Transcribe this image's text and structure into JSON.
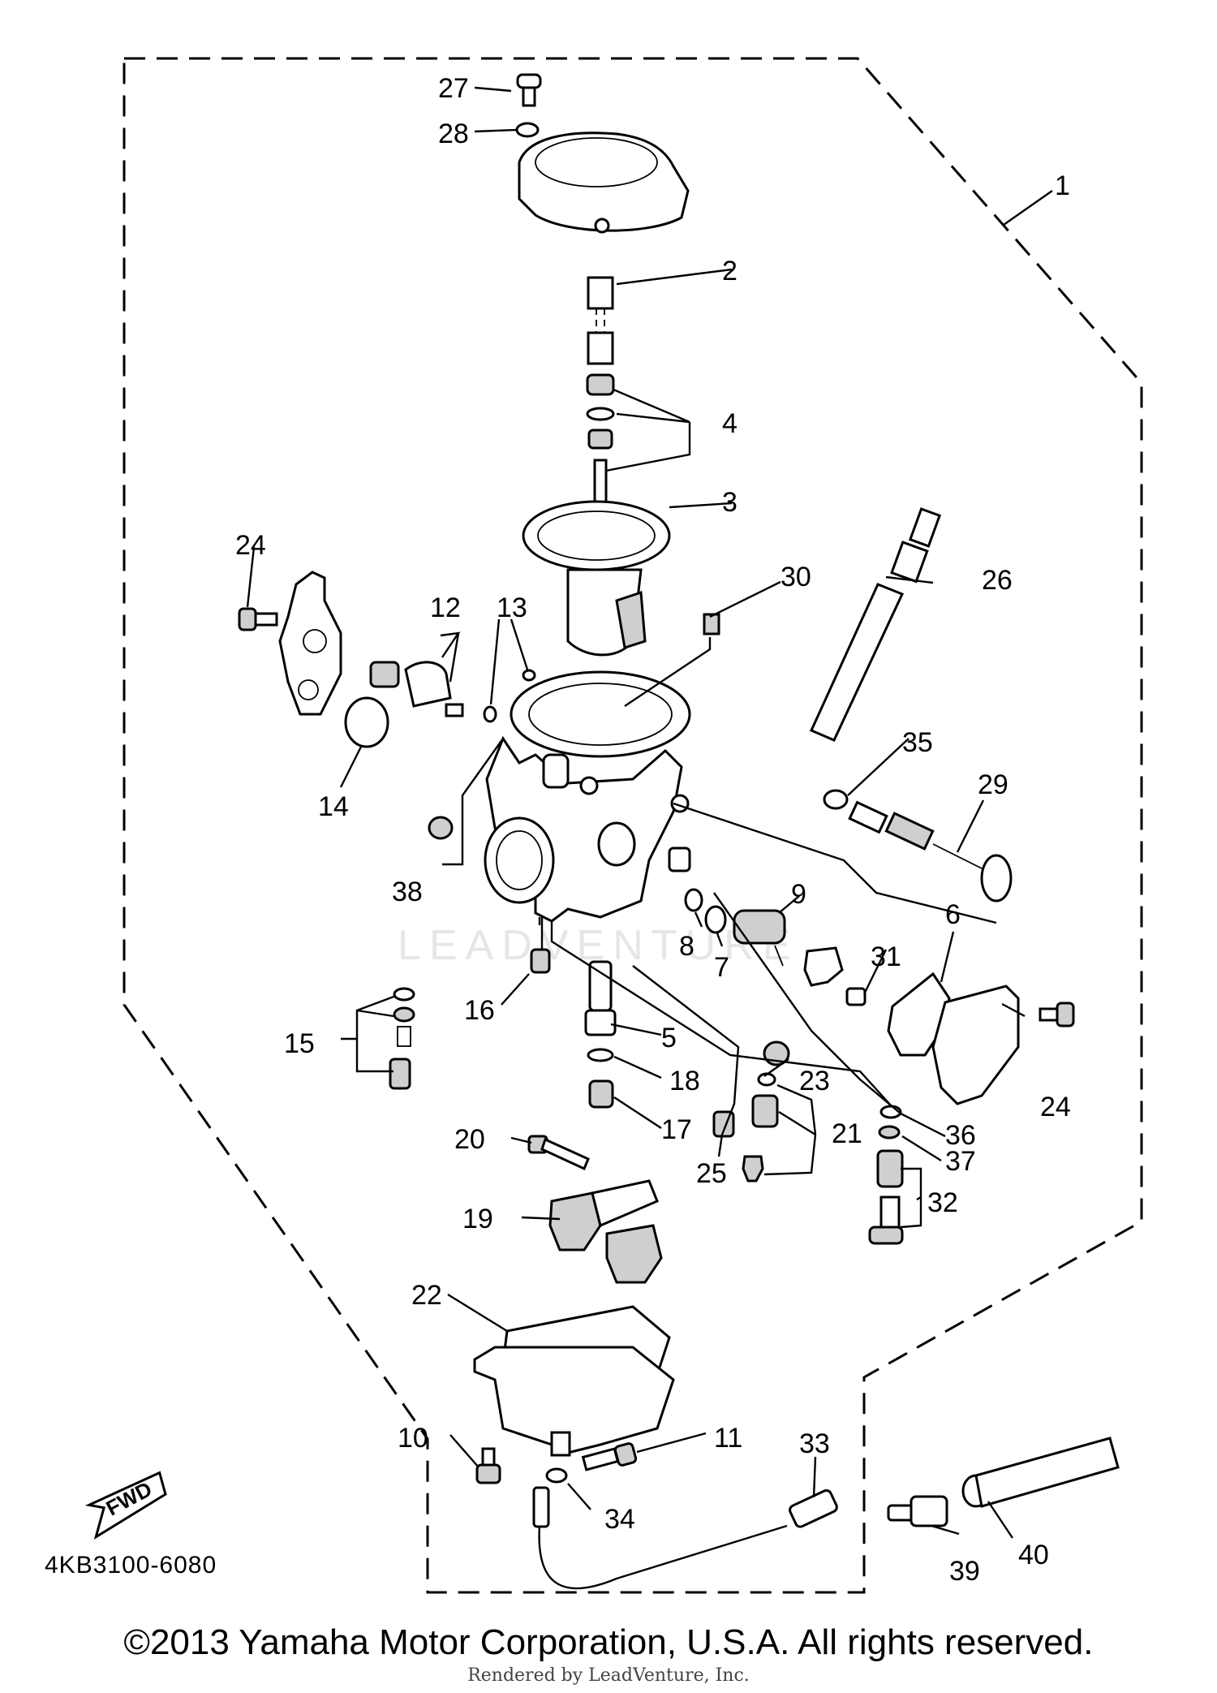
{
  "diagram_code": "4KB3100-6080",
  "fwd_label": "FWD",
  "watermark": "LEADVENTURE",
  "copyright": "©2013 Yamaha Motor Corporation, U.S.A. All rights reserved.",
  "rendered_by": "Rendered by LeadVenture, Inc.",
  "labels": {
    "l1": "1",
    "l2": "2",
    "l3": "3",
    "l4": "4",
    "l5": "5",
    "l6": "6",
    "l7": "7",
    "l8": "8",
    "l9": "9",
    "l10": "10",
    "l11": "11",
    "l12": "12",
    "l13": "13",
    "l14": "14",
    "l15": "15",
    "l16": "16",
    "l17": "17",
    "l18": "18",
    "l19": "19",
    "l20": "20",
    "l21": "21",
    "l22": "22",
    "l23": "23",
    "l24a": "24",
    "l24b": "24",
    "l25": "25",
    "l26": "26",
    "l27": "27",
    "l28": "28",
    "l29": "29",
    "l30": "30",
    "l31": "31",
    "l32": "32",
    "l33": "33",
    "l34": "34",
    "l35": "35",
    "l36": "36",
    "l37": "37",
    "l38": "38",
    "l39": "39",
    "l40": "40"
  }
}
